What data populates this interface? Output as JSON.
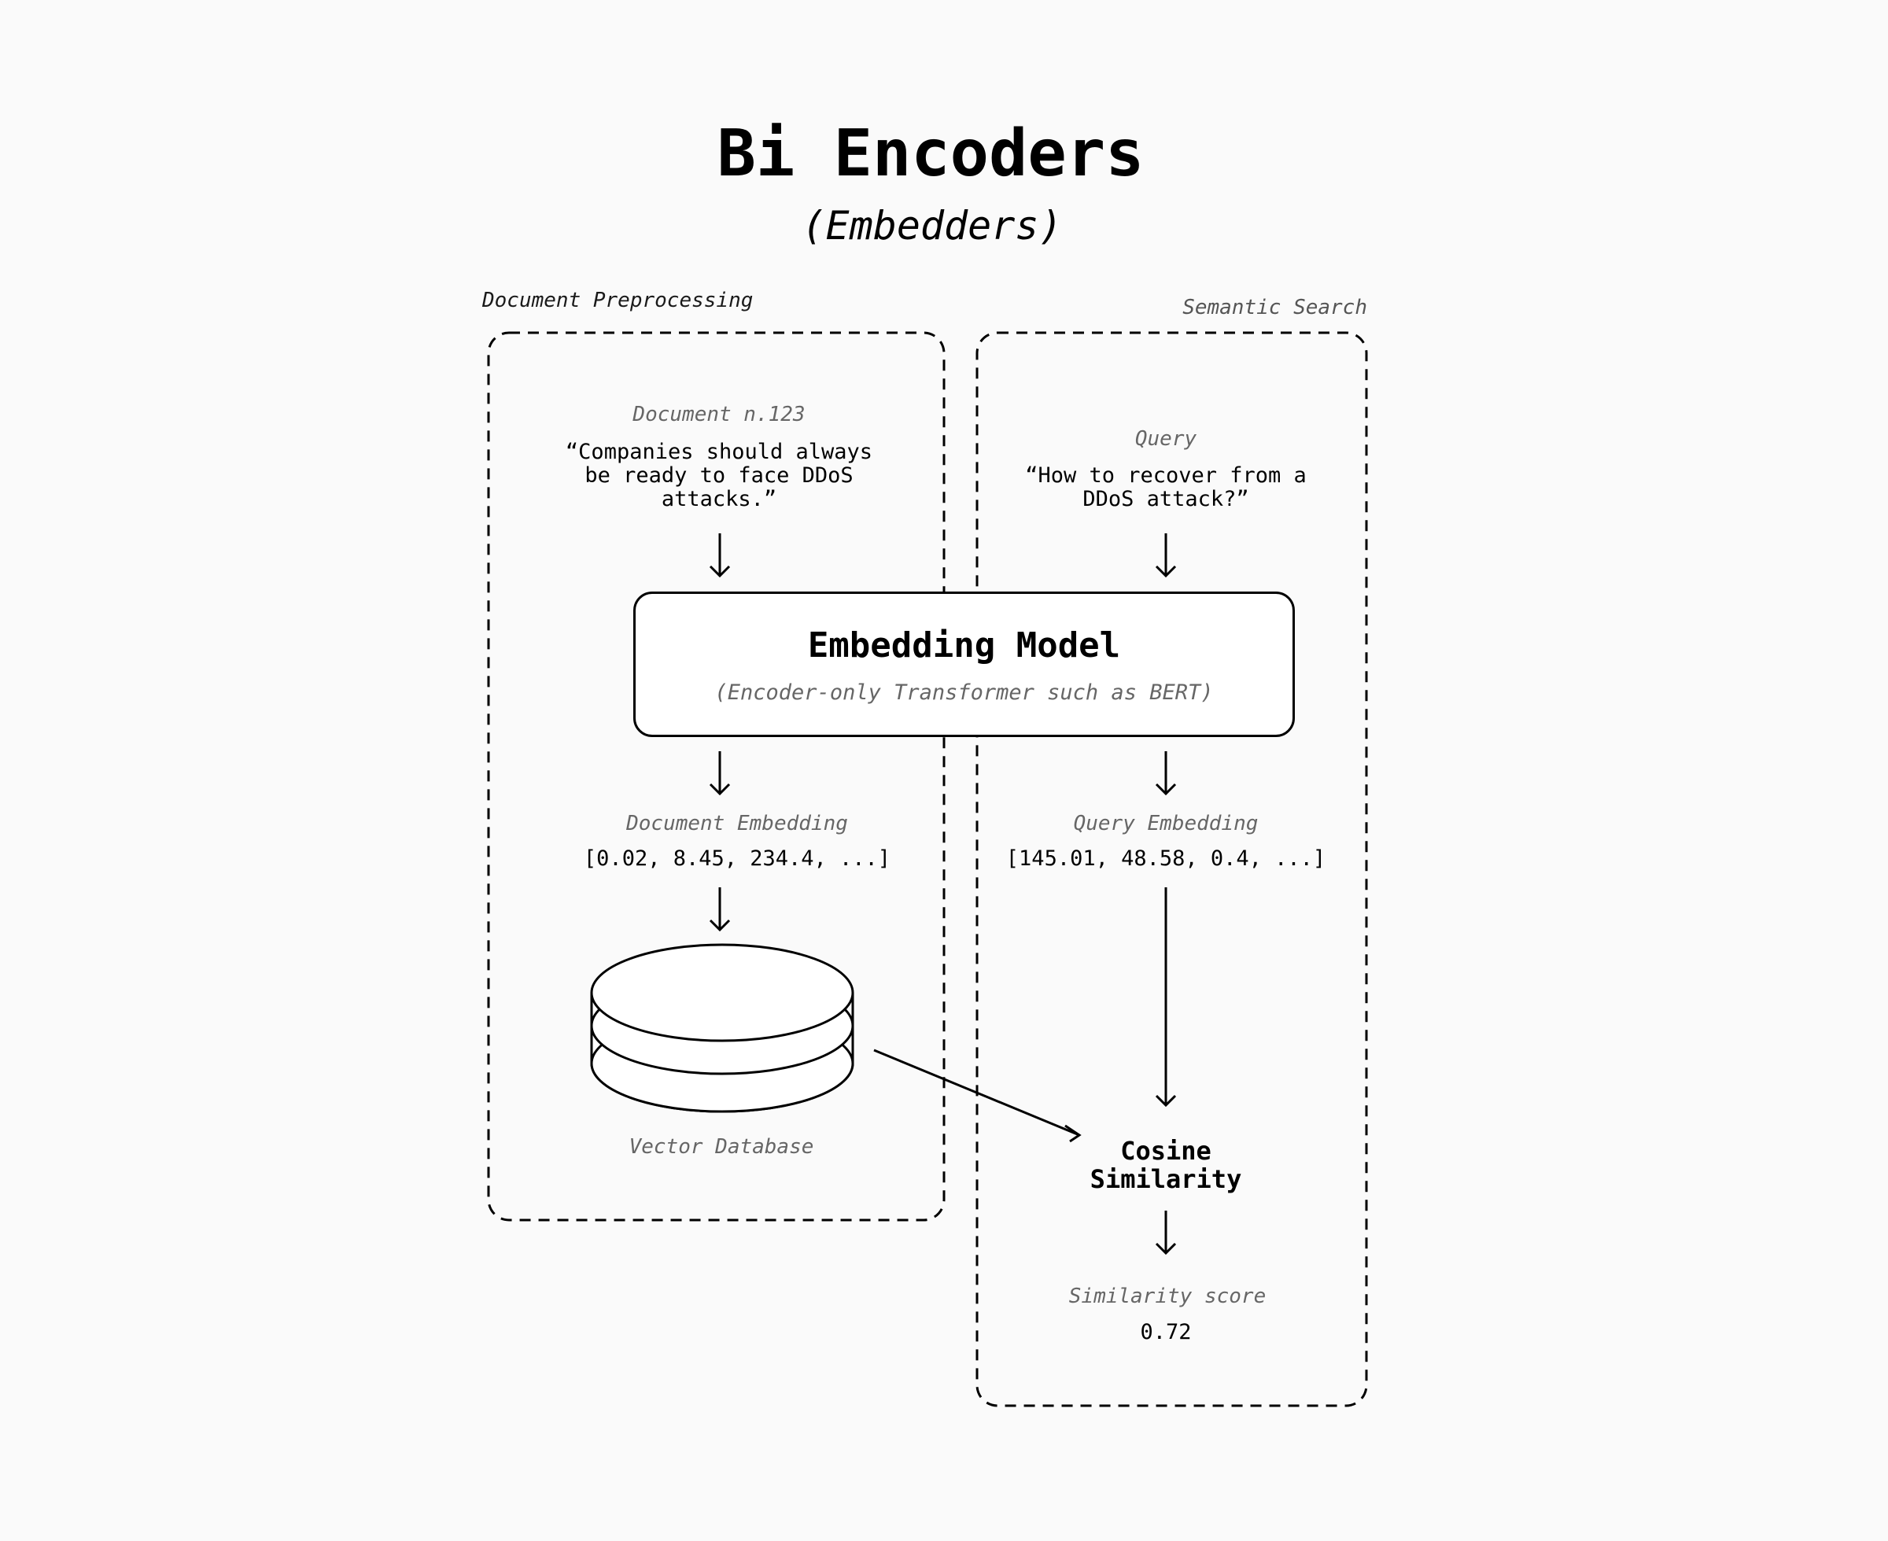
{
  "title": "Bi Encoders",
  "subtitle": "(Embedders)",
  "sections": {
    "left": {
      "label": "Document Preprocessing",
      "document_caption": "Document n.123",
      "document_text": "“Companies should always\nbe ready to face DDoS\nattacks.”",
      "embedding_caption": "Document Embedding",
      "embedding_value": "[0.02, 8.45, 234.4, ...]",
      "database_caption": "Vector Database",
      "database_icon": "database-cylinder-icon"
    },
    "right": {
      "label": "Semantic Search",
      "query_caption": "Query",
      "query_text": "“How to recover from a\nDDoS attack?”",
      "embedding_caption": "Query Embedding",
      "embedding_value": "[145.01, 48.58, 0.4, ...]",
      "similarity_label": "Cosine\nSimilarity",
      "score_caption": "Similarity score",
      "score_value": "0.72"
    }
  },
  "model": {
    "title": "Embedding Model",
    "subtitle": "(Encoder-only Transformer such as BERT)"
  },
  "icons": {
    "arrow": "arrow-down-icon",
    "diagonal_arrow": "arrow-diagonal-icon"
  }
}
